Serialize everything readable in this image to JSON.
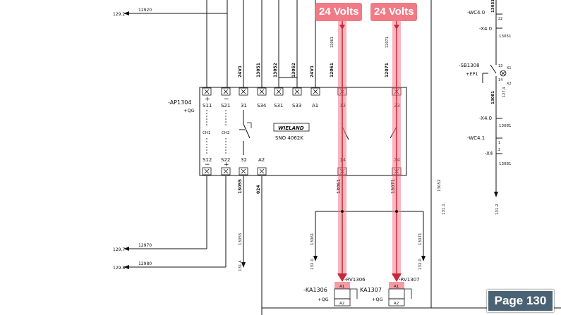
{
  "highlights": {
    "left_badge": "24 Volts",
    "right_badge": "24 Volts",
    "color": "#f07a86"
  },
  "page_label": "Page 130",
  "page_label_color": "#4a6274",
  "relay_module": {
    "tag": "-AP1304",
    "location": "+QG",
    "maker": "WIELAND",
    "model": "SNO 4062K",
    "top_terminals": [
      "S11",
      "S21",
      "31",
      "S34",
      "S31",
      "S33",
      "A1",
      "13",
      "23"
    ],
    "bottom_terminals": [
      "S12",
      "S22",
      "32",
      "A2",
      "14",
      "24"
    ],
    "channels": [
      "CH1",
      "CH2"
    ],
    "polarity_plus": "+",
    "polarity_minus": "−"
  },
  "wire_numbers": {
    "top": [
      "24V1",
      "13051",
      "13052",
      "13052",
      "24V1",
      "12061",
      "12071"
    ],
    "bottom": [
      "13055",
      "024",
      "13061",
      "13071"
    ],
    "left_column": "13055",
    "right_column": "13052",
    "load_wires": [
      "13061",
      "13071"
    ]
  },
  "cross_refs": {
    "arrow_left_top": "129.2",
    "wire_left_top": "12920",
    "arrow_left_mid": "129.7",
    "wire_left_mid": "12970",
    "arrow_left_bot": "129.8",
    "wire_left_bot": "12980",
    "bottom_13055": "131.4",
    "load_left": "132.0",
    "load_right": "132.0",
    "right_col": "131.1",
    "far_right": "131.2",
    "contact_ref": "127.4",
    "top_12061": "12061",
    "top_12071": "12071"
  },
  "loads": {
    "left": {
      "tag": "-KA1306",
      "location": "+QG",
      "rv": "-RV1306",
      "a1": "A1",
      "a2": "A2"
    },
    "right": {
      "tag": "KA1307",
      "location": "+QG",
      "rv": "-RV1307",
      "a1": "A1",
      "a2": "A2"
    }
  },
  "right_column": {
    "wc40_top": "-WC4.0",
    "x40_top": "-X4.0",
    "sb1308": "-SB1308",
    "ep1": "+EP1",
    "x40_mid": "-X4.0",
    "wc41": "-WC4.1",
    "x4": "-X4",
    "wires": [
      "13051",
      "13051",
      "13081",
      "13081",
      "13081"
    ],
    "terminal_nums": [
      "22",
      "13",
      "14",
      "1",
      "2",
      "X1",
      "X2"
    ]
  }
}
